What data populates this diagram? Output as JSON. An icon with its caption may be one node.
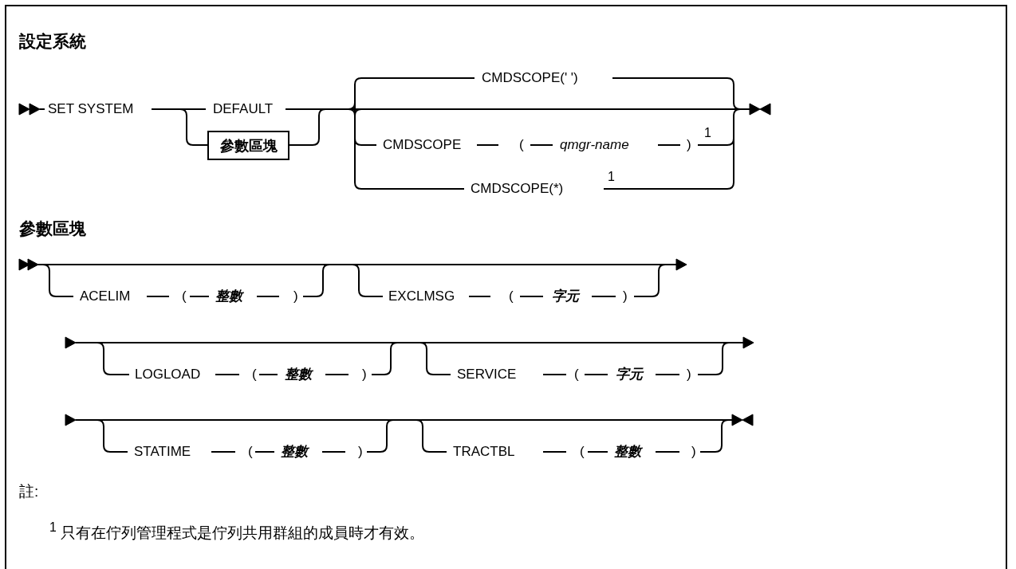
{
  "diagram": {
    "title": "設定系統",
    "nodes": [
      {
        "text": [
          "參數區塊"
        ]
      }
    ],
    "labels": [
      "SET SYSTEM",
      "CMDSCOPE(' ')",
      "DEFAULT",
      "CMDSCOPE",
      "(",
      "qmgr-name",
      ")",
      "1",
      "CMDSCOPE(*)",
      "1",
      "參數區塊",
      "ACELIM",
      "(",
      "整數",
      ")",
      "EXCLMSG",
      "(",
      "字元",
      ")",
      "LOGLOAD",
      "(",
      "整數",
      ")",
      "SERVICE",
      "(",
      "字元",
      ")",
      "STATIME",
      "(",
      "整數",
      ")",
      "TRACTBL",
      "(",
      "整數",
      ")",
      "註:",
      "$^{1}$ 只有在佇列管理程式是佇列共用群組的成員時才有效。"
    ]
  }
}
